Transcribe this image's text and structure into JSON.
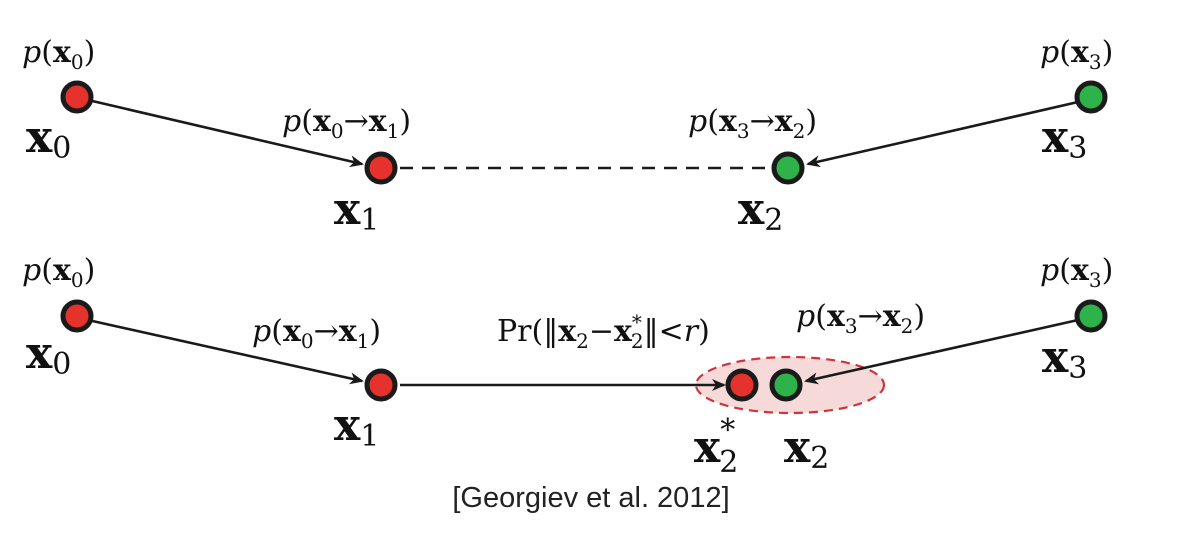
{
  "top": {
    "p_x0": "p(x0)",
    "p_x3": "p(x3)",
    "p_x0_x1": "p(x0→x1)",
    "p_x3_x2": "p(x3→x2)",
    "x0": "x0",
    "x1": "x1",
    "x2": "x2",
    "x3": "x3"
  },
  "bottom": {
    "p_x0": "p(x0)",
    "p_x3": "p(x3)",
    "p_x0_x1": "p(x0→x1)",
    "p_x3_x2": "p(x3→x2)",
    "pr_label": "Pr(‖x2−x2*‖<r)",
    "x0": "x0",
    "x1": "x1",
    "x2": "x2",
    "x2_star": "x2*",
    "x3": "x3"
  },
  "colors": {
    "light_subpath": "#e5322d",
    "camera_subpath": "#2db34a",
    "merge_region": "#f5d3d3"
  },
  "citation": "[Georgiev et al. 2012]"
}
